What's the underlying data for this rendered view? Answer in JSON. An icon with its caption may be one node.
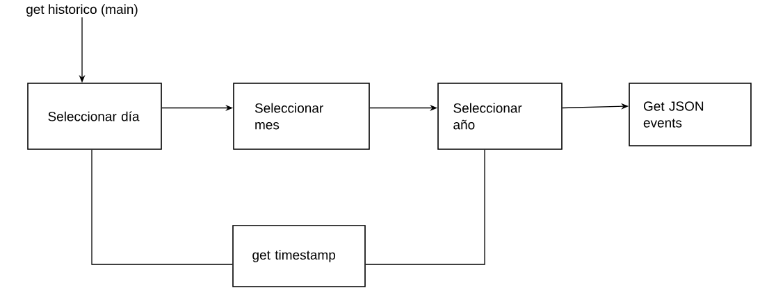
{
  "diagram": {
    "nodes": [
      {
        "text": [
          "get historico (main)"
        ]
      },
      {
        "text": [
          "Seleccionar día"
        ]
      },
      {
        "text": [
          "Seleccionar mes"
        ]
      },
      {
        "text": [
          "Seleccionar año"
        ]
      },
      {
        "text": [
          "Get JSON events"
        ]
      },
      {
        "text": [
          "get timestamp"
        ]
      }
    ],
    "edges": [
      {
        "from": 0,
        "to": 1,
        "arrow": "to"
      },
      {
        "from": 1,
        "to": 2,
        "arrow": "to"
      },
      {
        "from": 2,
        "to": 3,
        "arrow": "to"
      },
      {
        "from": 3,
        "to": 4,
        "arrow": "to"
      },
      {
        "from": 1,
        "to": 5,
        "arrow": "none"
      },
      {
        "from": 3,
        "to": 5,
        "arrow": "none"
      }
    ]
  }
}
